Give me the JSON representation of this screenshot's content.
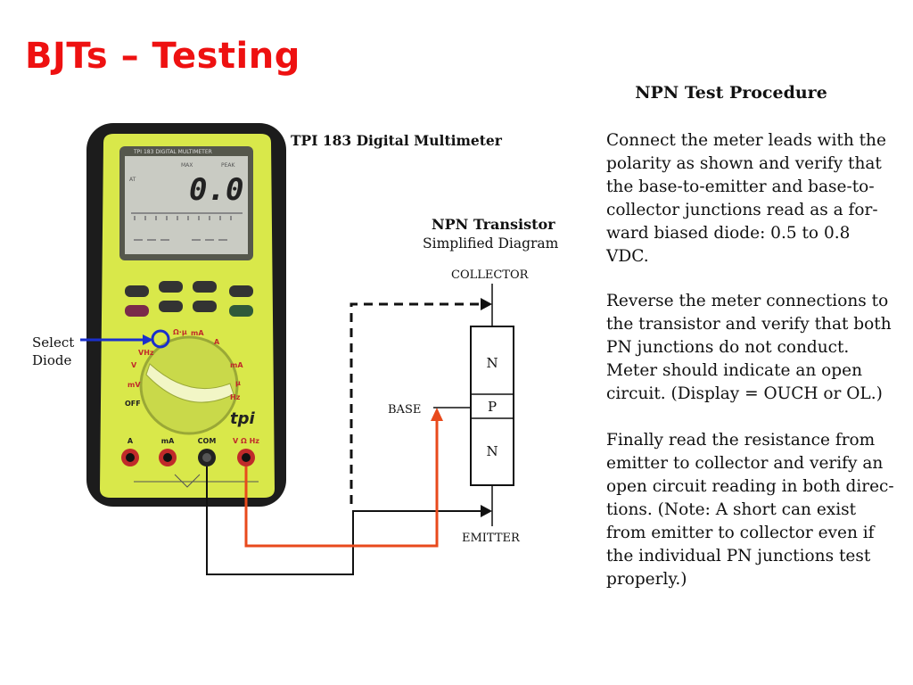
{
  "slide": {
    "title": "BJTs – Testing"
  },
  "procedure": {
    "title": "NPN Test Procedure",
    "paragraphs": [
      "Connect the meter leads with the\npolarity as shown and verify that\nthe base-to-emitter and base-to-\ncollector junctions read as a for-\nward biased diode: 0.5 to 0.8\nVDC.",
      "Reverse the meter connections to\nthe transistor and verify that both\nPN junctions do not conduct.\n Meter should  indicate an open\ncircuit. (Display = OUCH or OL.)",
      "Finally read the resistance from\nemitter to collector and verify an\nopen circuit reading in both direc-\ntions.  (Note: A short can exist\nfrom emitter to collector even if\nthe individual PN junctions test\nproperly.)"
    ]
  },
  "meter": {
    "label": "TPI 183 Digital Multimeter",
    "display_value": "0.0",
    "brand": "tpi",
    "jacks": [
      "A",
      "mA",
      "COM",
      "V Ω Hz"
    ],
    "select_label": "Select\nDiode"
  },
  "transistor": {
    "title": "NPN Transistor",
    "subtitle": "Simplified Diagram",
    "layers": [
      "N",
      "P",
      "N"
    ],
    "terminals": {
      "collector": "COLLECTOR",
      "base": "BASE",
      "emitter": "EMITTER"
    }
  },
  "colors": {
    "title": "#ee1111",
    "meter_body": "#d9e84a",
    "meter_case": "#1c1c1c",
    "positive_lead": "#e84a1c",
    "pointer": "#1a2fcc"
  }
}
